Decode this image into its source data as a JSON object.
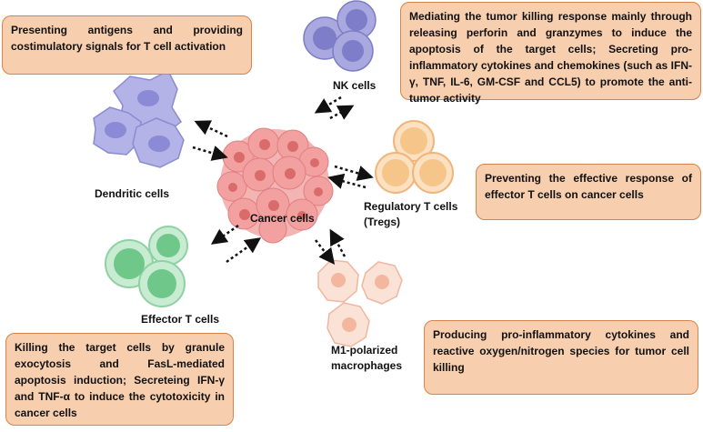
{
  "boxes": {
    "dendritic": "Presenting antigens and providing costimulatory signals for T cell activation",
    "nk": "Mediating the tumor killing response mainly through releasing perforin and granzymes to induce the apoptosis of the target cells; Secreting pro-inflammatory cytokines and chemokines (such as IFN-γ, TNF, IL-6, GM-CSF and CCL5) to promote the anti-tumor activity",
    "treg": "Preventing the effective response of effector T cells on cancer cells",
    "effector": "Killing the target cells by granule exocytosis and FasL-mediated apoptosis induction; Secreteing IFN-γ and TNF-α to induce the cytotoxicity in cancer cells",
    "macrophage": "Producing pro-inflammatory cytokines and reactive oxygen/nitrogen species for tumor cell killing"
  },
  "labels": {
    "nk": "NK cells",
    "dendritic": "Dendritic cells",
    "cancer": "Cancer cells",
    "treg_line1": "Regulatory T cells",
    "treg_line2": "(Tregs)",
    "effector": "Effector T cells",
    "macrophage_line1": "M1-polarized",
    "macrophage_line2": "macrophages"
  },
  "colors": {
    "box_fill": "#f8cfae",
    "box_border": "#d9824a",
    "cancer": "#f2a3a3",
    "nk": "#a9a9e0",
    "dendritic": "#9d9de0",
    "treg": "#f6c58a",
    "effector": "#7fcf95",
    "macrophage": "#f6c8b4"
  }
}
